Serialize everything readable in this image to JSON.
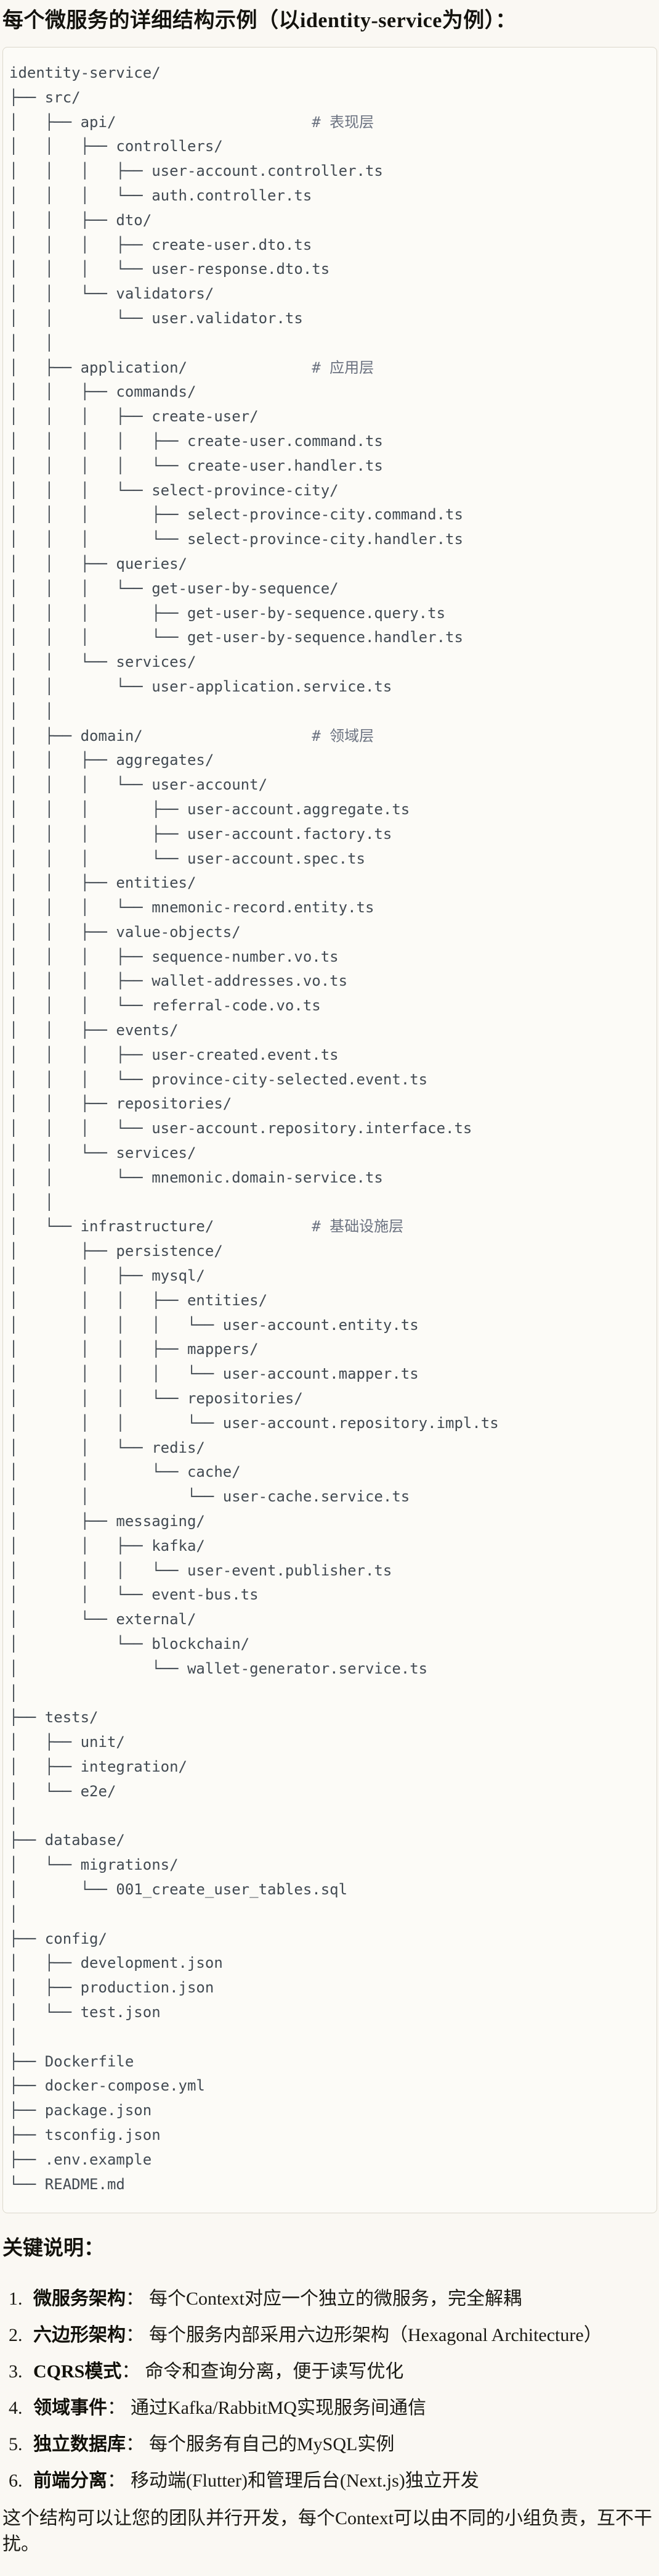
{
  "page": {
    "title": "每个微服务的详细结构示例（以identity-service为例）：",
    "notes_heading": "关键说明：",
    "closing": "这个结构可以让您的团队并行开发，每个Context可以由不同的小组负责，互不干扰。"
  },
  "colors": {
    "page_bg": "#faf8f3",
    "code_bg": "#fcfbf7",
    "code_border": "#dcd8cc",
    "code_text": "#424a52",
    "comment_text": "#6b7280",
    "body_text": "#1b1a14"
  },
  "code_block": {
    "comment_column": 34,
    "lines": [
      {
        "text": "identity-service/"
      },
      {
        "text": "├── src/"
      },
      {
        "text": "│   ├── api/",
        "comment": "# 表现层"
      },
      {
        "text": "│   │   ├── controllers/"
      },
      {
        "text": "│   │   │   ├── user-account.controller.ts"
      },
      {
        "text": "│   │   │   └── auth.controller.ts"
      },
      {
        "text": "│   │   ├── dto/"
      },
      {
        "text": "│   │   │   ├── create-user.dto.ts"
      },
      {
        "text": "│   │   │   └── user-response.dto.ts"
      },
      {
        "text": "│   │   └── validators/"
      },
      {
        "text": "│   │       └── user.validator.ts"
      },
      {
        "text": "│   │"
      },
      {
        "text": "│   ├── application/",
        "comment": "# 应用层"
      },
      {
        "text": "│   │   ├── commands/"
      },
      {
        "text": "│   │   │   ├── create-user/"
      },
      {
        "text": "│   │   │   │   ├── create-user.command.ts"
      },
      {
        "text": "│   │   │   │   └── create-user.handler.ts"
      },
      {
        "text": "│   │   │   └── select-province-city/"
      },
      {
        "text": "│   │   │       ├── select-province-city.command.ts"
      },
      {
        "text": "│   │   │       └── select-province-city.handler.ts"
      },
      {
        "text": "│   │   ├── queries/"
      },
      {
        "text": "│   │   │   └── get-user-by-sequence/"
      },
      {
        "text": "│   │   │       ├── get-user-by-sequence.query.ts"
      },
      {
        "text": "│   │   │       └── get-user-by-sequence.handler.ts"
      },
      {
        "text": "│   │   └── services/"
      },
      {
        "text": "│   │       └── user-application.service.ts"
      },
      {
        "text": "│   │"
      },
      {
        "text": "│   ├── domain/",
        "comment": "# 领域层"
      },
      {
        "text": "│   │   ├── aggregates/"
      },
      {
        "text": "│   │   │   └── user-account/"
      },
      {
        "text": "│   │   │       ├── user-account.aggregate.ts"
      },
      {
        "text": "│   │   │       ├── user-account.factory.ts"
      },
      {
        "text": "│   │   │       └── user-account.spec.ts"
      },
      {
        "text": "│   │   ├── entities/"
      },
      {
        "text": "│   │   │   └── mnemonic-record.entity.ts"
      },
      {
        "text": "│   │   ├── value-objects/"
      },
      {
        "text": "│   │   │   ├── sequence-number.vo.ts"
      },
      {
        "text": "│   │   │   ├── wallet-addresses.vo.ts"
      },
      {
        "text": "│   │   │   └── referral-code.vo.ts"
      },
      {
        "text": "│   │   ├── events/"
      },
      {
        "text": "│   │   │   ├── user-created.event.ts"
      },
      {
        "text": "│   │   │   └── province-city-selected.event.ts"
      },
      {
        "text": "│   │   ├── repositories/"
      },
      {
        "text": "│   │   │   └── user-account.repository.interface.ts"
      },
      {
        "text": "│   │   └── services/"
      },
      {
        "text": "│   │       └── mnemonic.domain-service.ts"
      },
      {
        "text": "│   │"
      },
      {
        "text": "│   └── infrastructure/",
        "comment": "# 基础设施层"
      },
      {
        "text": "│       ├── persistence/"
      },
      {
        "text": "│       │   ├── mysql/"
      },
      {
        "text": "│       │   │   ├── entities/"
      },
      {
        "text": "│       │   │   │   └── user-account.entity.ts"
      },
      {
        "text": "│       │   │   ├── mappers/"
      },
      {
        "text": "│       │   │   │   └── user-account.mapper.ts"
      },
      {
        "text": "│       │   │   └── repositories/"
      },
      {
        "text": "│       │   │       └── user-account.repository.impl.ts"
      },
      {
        "text": "│       │   └── redis/"
      },
      {
        "text": "│       │       └── cache/"
      },
      {
        "text": "│       │           └── user-cache.service.ts"
      },
      {
        "text": "│       ├── messaging/"
      },
      {
        "text": "│       │   ├── kafka/"
      },
      {
        "text": "│       │   │   └── user-event.publisher.ts"
      },
      {
        "text": "│       │   └── event-bus.ts"
      },
      {
        "text": "│       └── external/"
      },
      {
        "text": "│           └── blockchain/"
      },
      {
        "text": "│               └── wallet-generator.service.ts"
      },
      {
        "text": "│"
      },
      {
        "text": "├── tests/"
      },
      {
        "text": "│   ├── unit/"
      },
      {
        "text": "│   ├── integration/"
      },
      {
        "text": "│   └── e2e/"
      },
      {
        "text": "│"
      },
      {
        "text": "├── database/"
      },
      {
        "text": "│   └── migrations/"
      },
      {
        "text": "│       └── 001_create_user_tables.sql"
      },
      {
        "text": "│"
      },
      {
        "text": "├── config/"
      },
      {
        "text": "│   ├── development.json"
      },
      {
        "text": "│   ├── production.json"
      },
      {
        "text": "│   └── test.json"
      },
      {
        "text": "│"
      },
      {
        "text": "├── Dockerfile"
      },
      {
        "text": "├── docker-compose.yml"
      },
      {
        "text": "├── package.json"
      },
      {
        "text": "├── tsconfig.json"
      },
      {
        "text": "├── .env.example"
      },
      {
        "text": "└── README.md"
      }
    ]
  },
  "notes": [
    {
      "num": "1.",
      "term": "微服务架构",
      "sep": "：",
      "desc": "每个Context对应一个独立的微服务，完全解耦"
    },
    {
      "num": "2.",
      "term": "六边形架构",
      "sep": "：",
      "desc": "每个服务内部采用六边形架构（Hexagonal Architecture）"
    },
    {
      "num": "3.",
      "term": "CQRS模式",
      "sep": "：",
      "desc": "命令和查询分离，便于读写优化"
    },
    {
      "num": "4.",
      "term": "领域事件",
      "sep": "：",
      "desc": "通过Kafka/RabbitMQ实现服务间通信"
    },
    {
      "num": "5.",
      "term": "独立数据库",
      "sep": "：",
      "desc": "每个服务有自己的MySQL实例"
    },
    {
      "num": "6.",
      "term": "前端分离",
      "sep": "：",
      "desc": "移动端(Flutter)和管理后台(Next.js)独立开发"
    }
  ]
}
